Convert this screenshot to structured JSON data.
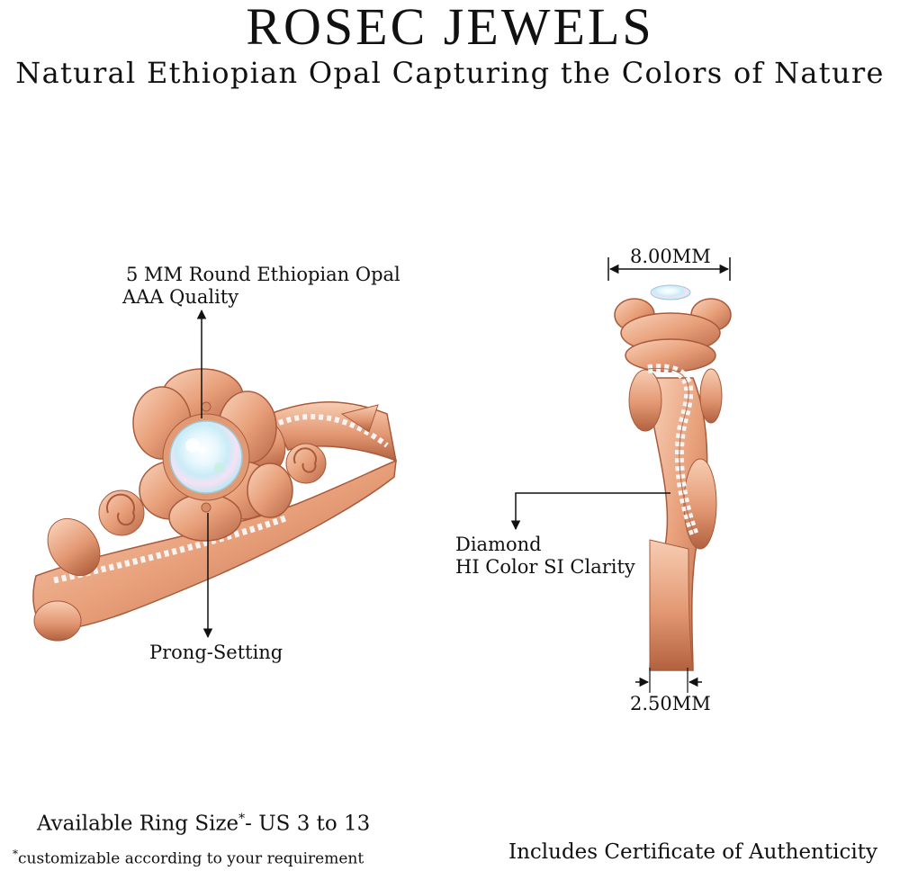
{
  "header": {
    "brand": "ROSEC JEWELS",
    "tagline": "Natural Ethiopian Opal Capturing the Colors of Nature"
  },
  "front_view": {
    "stone_label_line1": "5 MM Round Ethiopian Opal",
    "stone_label_line2": "AAA Quality",
    "setting_label": "Prong-Setting"
  },
  "side_view": {
    "top_width": "8.00MM",
    "diamond_label_line1": "Diamond",
    "diamond_label_line2": "HI Color SI Clarity",
    "band_width": "2.50MM"
  },
  "footer": {
    "ring_size_prefix": "Available Ring Size",
    "ring_size_asterisk": "*",
    "ring_size_range": "- US 3 to 13",
    "custom_note_asterisk": "*",
    "custom_note": "customizable according to your requirement",
    "certificate": "Includes Certificate of Authenticity"
  },
  "colors": {
    "rose_gold": "#e9a27c",
    "rose_gold_dark": "#b86a48",
    "rose_gold_light": "#f7cdb3",
    "opal": "#dff3fb",
    "text": "#111111"
  }
}
